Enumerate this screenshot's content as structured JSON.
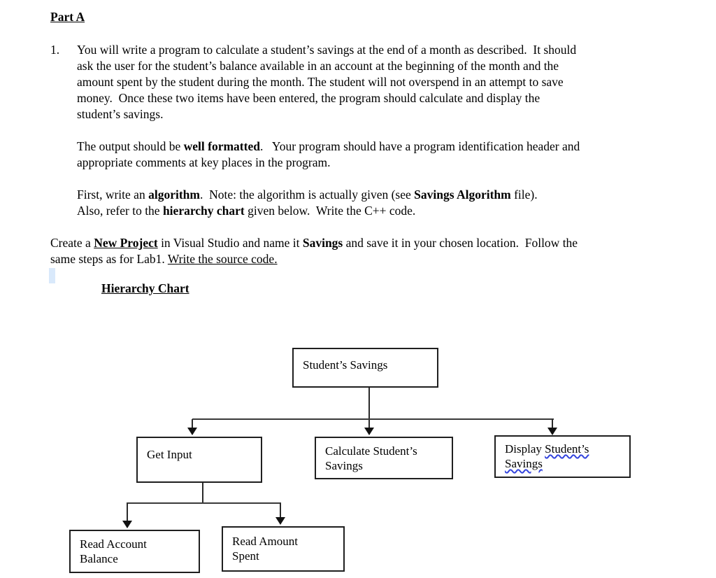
{
  "document": {
    "heading": "Part A",
    "item_number": "1.",
    "para1_lines": [
      "You will write a program to calculate a student’s savings at the end of a month as described.  It should",
      "ask the user for the student’s balance available in an account at the beginning of the month and the",
      "amount spent by the student during the month. The student will not overspend in an attempt to save",
      "money.  Once these two items have been entered, the program should calculate and display the",
      "student’s savings."
    ],
    "para2": {
      "l1s1": "The output should be ",
      "l1s2": "well formatted",
      "l1s3": ".   Your program should have a program identification header and",
      "l2s1": "appropriate comments at key places in the program."
    },
    "para3": {
      "l1s1": "First, write an ",
      "l1s2": "algorithm",
      "l1s3": ".  Note: the algorithm is actually given (see ",
      "l1s4": "Savings Algorithm",
      "l1s5": " file).",
      "l2s1": "Also, refer to the ",
      "l2s2": "hierarchy chart",
      "l2s3": " given below.  Write the C++ code."
    },
    "para4": {
      "l1s1": "Create a ",
      "l1s2": "New Project",
      "l1s3": " in Visual Studio and name it ",
      "l1s4": "Savings",
      "l1s5": " and save it in your chosen location.  Follow the",
      "l2s1": "same steps as for Lab1. ",
      "l2s2": "Write the source code."
    },
    "chart_heading": "Hierarchy Chart"
  },
  "hierarchy_chart": {
    "root_label": "Student’s Savings",
    "get_input_label": "Get Input",
    "calculate_line1": "Calculate Student’s",
    "calculate_line2": "Savings",
    "display_s1": "Display ",
    "display_s2": "Student’s",
    "display_s3": "Savings",
    "read_account_line1": "Read Account",
    "read_account_line2": "Balance",
    "read_amount_line1": "Read Amount",
    "read_amount_line2": "Spent"
  },
  "colors": {
    "text": "#000000",
    "background": "#ffffff",
    "box_border": "#1f1f1f",
    "connector": "#2a2a2a",
    "spellcheck_squiggle": "#3344dd",
    "selection_mark": "#d9e9fb"
  }
}
